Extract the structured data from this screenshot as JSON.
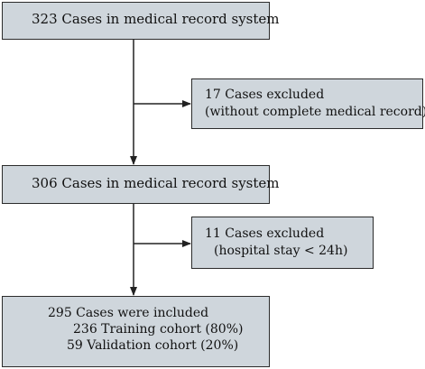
{
  "flow": {
    "step1": {
      "text": "323 Cases in medical record system"
    },
    "exclusion1": {
      "line1": "17 Cases excluded",
      "line2": "(without complete medical record)"
    },
    "step2": {
      "text": "306 Cases in medical record system"
    },
    "exclusion2": {
      "line1": "11 Cases excluded",
      "line2": "(hospital stay < 24h)"
    },
    "final": {
      "line1": "295 Cases were included",
      "line2": "236 Training cohort (80%)",
      "line3": "59 Validation cohort (20%)"
    }
  }
}
